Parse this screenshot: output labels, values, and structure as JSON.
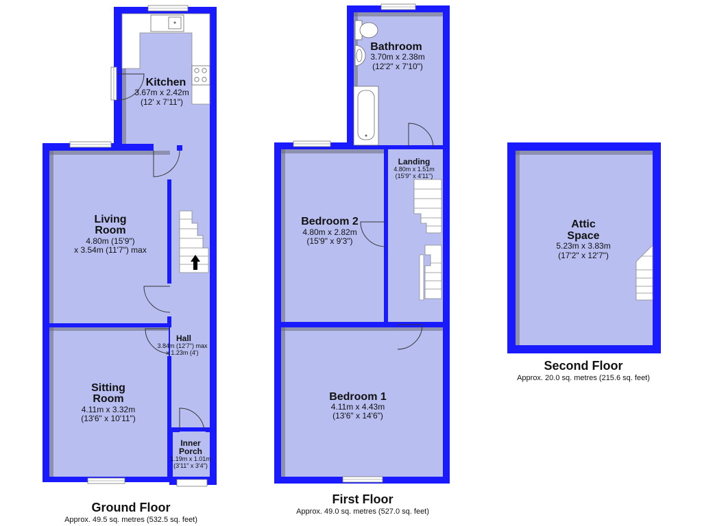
{
  "colors": {
    "wall": "#1a1aff",
    "floor": "#b8bff0",
    "shadow": "#6a6a7a",
    "fixture": "#ffffff",
    "stair_line": "#888888"
  },
  "ground_floor": {
    "label": "Ground Floor",
    "area": "Approx. 49.5 sq. metres (532.5 sq. feet)",
    "kitchen": {
      "name": "Kitchen",
      "dims": "3.67m x 2.42m",
      "imperial": "(12' x 7'11\")"
    },
    "living_room": {
      "name1": "Living",
      "name2": "Room",
      "dims": "4.80m (15'9\")",
      "dims2": "x 3.54m (11'7\") max"
    },
    "hall": {
      "name": "Hall",
      "dims": "3.84m (12'7\") max",
      "dims2": "x 1.23m (4')"
    },
    "sitting_room": {
      "name1": "Sitting",
      "name2": "Room",
      "dims": "4.11m x 3.32m",
      "imperial": "(13'6\" x 10'11\")"
    },
    "inner_porch": {
      "name1": "Inner",
      "name2": "Porch",
      "dims": "1.19m x 1.01m",
      "imperial": "(3'11\" x 3'4\")"
    }
  },
  "first_floor": {
    "label": "First Floor",
    "area": "Approx. 49.0 sq. metres (527.0 sq. feet)",
    "bathroom": {
      "name": "Bathroom",
      "dims": "3.70m x 2.38m",
      "imperial": "(12'2\" x 7'10\")"
    },
    "landing": {
      "name": "Landing",
      "dims": "4.80m x 1.51m",
      "imperial": "(15'9\" x 4'11\")"
    },
    "bedroom2": {
      "name": "Bedroom 2",
      "dims": "4.80m x 2.82m",
      "imperial": "(15'9\" x 9'3\")"
    },
    "bedroom1": {
      "name": "Bedroom 1",
      "dims": "4.11m x 4.43m",
      "imperial": "(13'6\" x 14'6\")"
    }
  },
  "second_floor": {
    "label": "Second Floor",
    "area": "Approx. 20.0 sq. metres (215.6 sq. feet)",
    "attic": {
      "name1": "Attic",
      "name2": "Space",
      "dims": "5.23m x 3.83m",
      "imperial": "(17'2\" x 12'7\")"
    }
  }
}
